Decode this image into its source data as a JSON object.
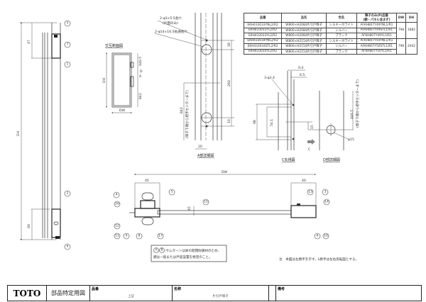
{
  "spec_table": {
    "headers": [
      "品番",
      "品名",
      "色名",
      "障子のみ(P)品番\n(網・パネル含まず)",
      "DW",
      "DH"
    ],
    "header_p1": "障子のみ(P)品番",
    "header_p2": "(網・パネル含まず)",
    "rows": [
      [
        "EKH433033YNL2/R2",
        "W800×H2084片引戸障子",
        "シルキーホワイト",
        "AFKH807Y49YNL1/R1"
      ],
      [
        "EKH433033TL2/R2",
        "W800×H2084片引戸障子",
        "シルバー",
        "AFKH807Y49STL1/R1"
      ],
      [
        "EKH433033YL2/R2",
        "W800×H2084片引戸障子",
        "ブラック",
        "AFKH807Y49YL1/R1"
      ],
      [
        "EKH433034YNL2/R2",
        "W800×H2154片引戸障子",
        "シルキーホワイト",
        "AFKH807Y50YNL1/R1"
      ],
      [
        "EKH433034STL2/R2",
        "W800×H2154片引戸障子",
        "シルバー",
        "AFKH807Y50STL1/R1"
      ],
      [
        "EKH433034YL2/R2",
        "W800×H2154片引戸障子",
        "ブラック",
        "AFKH807Y50YL1/R1"
      ]
    ],
    "group1": {
      "dw": "798",
      "dh": "1882"
    },
    "group2": {
      "dw": "798",
      "dh": "2042"
    }
  },
  "views": {
    "elevation": {
      "title": "交互断面図",
      "dh": "DH",
      "dw": "DW",
      "d1": "446.5",
      "d2": "842",
      "mark_a": "A",
      "mark_d": "D"
    },
    "side_section": {
      "dh": "DH",
      "top": "47",
      "bottom": "60"
    },
    "a_detail": {
      "title": "A部詳細図",
      "hole1": "2-φ3×5.5長穴",
      "hole1_note": "(片面のみ)",
      "hole2": "2-φ14×16.5長通長穴",
      "d18": "18",
      "d260": "260",
      "d842": "842",
      "note": "(障子下端から把手センターまで)",
      "d10": "10",
      "d20": "20"
    },
    "c_view": {
      "title": "C矢視図",
      "d94": "9.4",
      "d65": "6.5",
      "holes": "3-φ3.4",
      "d98": "98",
      "d541": "54.1",
      "arrow": "C"
    },
    "d_detail": {
      "title": "D部詳細図",
      "d15": "15",
      "phi": "φ15",
      "d4465": "446.5",
      "note": "(障子下端から把手センターまで)"
    },
    "plan_section": {
      "dw": "DW",
      "left": "45",
      "right": "40",
      "glass": "45"
    }
  },
  "balloons": [
    "1",
    "2",
    "3",
    "4",
    "5",
    "6",
    "7",
    "8",
    "9",
    "10",
    "11",
    "12",
    "13",
    "14",
    "15",
    "16",
    "17"
  ],
  "notes": {
    "ab_note_line1": ":サムターンは扉の開閉防錆材のため、",
    "ab_note_line2": "鍵は一般または戸錠設置を要望のこと。",
    "main_note": "注　本図は左勝手を示す。L勝手は左右反転図とする。"
  },
  "title_block": {
    "logo": "TOTO",
    "title": "部品特定用図",
    "part_no_label": "品番",
    "part_no_value": "上記",
    "name_label": "名称",
    "name_value": "片引戸障子",
    "remarks_label": "備考"
  }
}
